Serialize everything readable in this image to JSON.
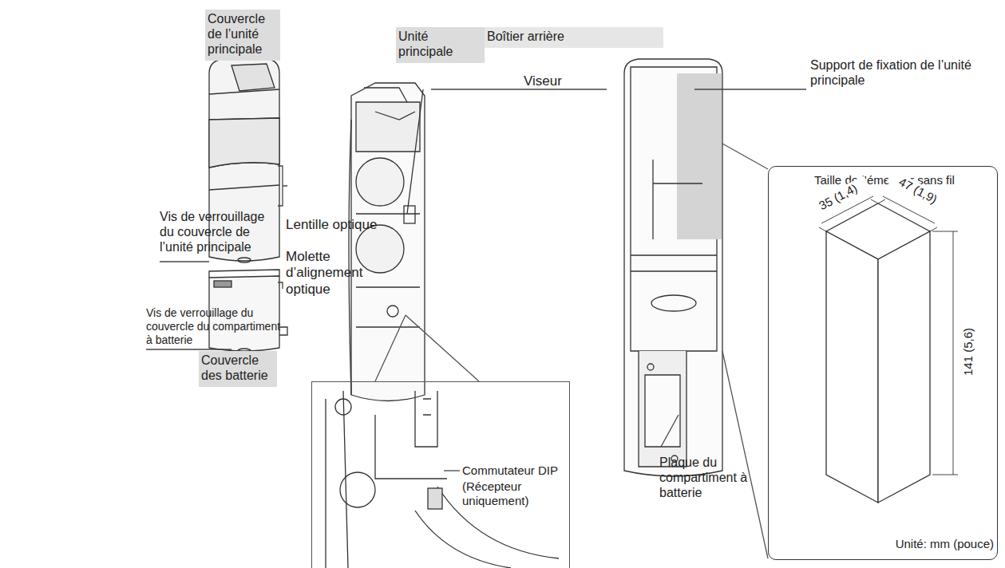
{
  "diagram": {
    "nodes": [
      {
        "text": [
          "Couvercle de l’unité principale"
        ]
      },
      {
        "text": [
          "Unité principale"
        ]
      },
      {
        "text": [
          "Boîtier arrière"
        ]
      },
      {
        "text": [
          "Couvercle des batterie"
        ]
      },
      {
        "text": [
          "Taille de l’émetteur sans fil",
          "Unité: mm (pouce)"
        ]
      },
      {
        "text": [
          "Commutateur DIP",
          "(Récepteur uniquement)"
        ]
      }
    ],
    "labels": [
      "Vis de verrouillage du couvercle de l’unité principale",
      "Lentille optique",
      "Viseur",
      "Molette d’alignement optique",
      "Vis de verrouillage du couvercle du compartiment à batterie",
      "Support de fixation de l’unité principale",
      "Plaque du compartiment à batterie",
      "35 (1,4)",
      "47 (1,9)",
      "141 (5,6)"
    ]
  }
}
